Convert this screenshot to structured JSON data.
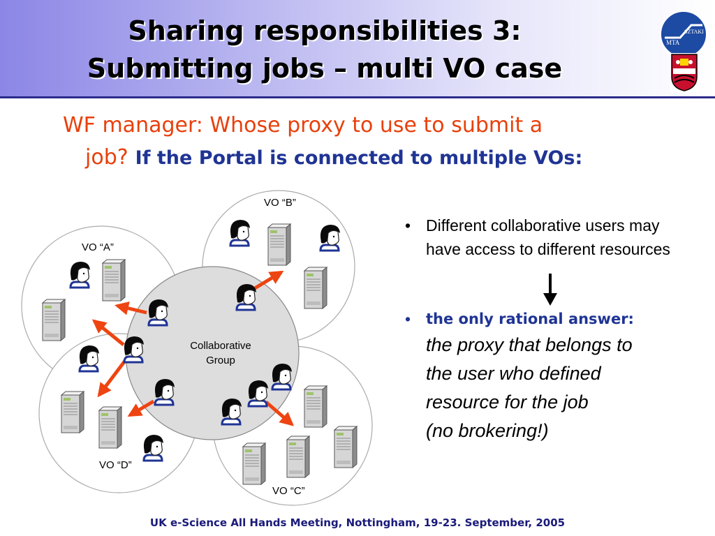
{
  "header": {
    "title_line1": "Sharing responsibilities 3:",
    "title_line2": "Submitting jobs – multi VO case",
    "logo_text_left": "MTA",
    "logo_text_right": "SZTAKI"
  },
  "question": {
    "line1": "WF manager: Whose proxy to use to submit a",
    "line2": "job?",
    "line2_bold": "If the Portal is connected to multiple VOs:"
  },
  "diagram": {
    "vo_a": "VO “A”",
    "vo_b": "VO “B”",
    "vo_c": "VO “C”",
    "vo_d": "VO “D”",
    "group_line1": "Collaborative",
    "group_line2": "Group",
    "icons": {
      "user": "user-head-icon",
      "server": "server-tower-icon"
    },
    "colors": {
      "arrow": "#ee4411",
      "group_fill": "#dddddd",
      "accent_blue": "#1f3494",
      "accent_red": "#e8400c"
    }
  },
  "bullets": {
    "item1": "Different collaborative users may have access to different resources",
    "item2_head": "the only rational answer:",
    "item2_line1": "the proxy that belongs to",
    "item2_line2": "the user who defined",
    "item2_line3": "resource for the job",
    "item2_line4": "(no brokering!)"
  },
  "footer": {
    "text": "UK e-Science All Hands Meeting, Nottingham, 19-23. September, 2005"
  }
}
